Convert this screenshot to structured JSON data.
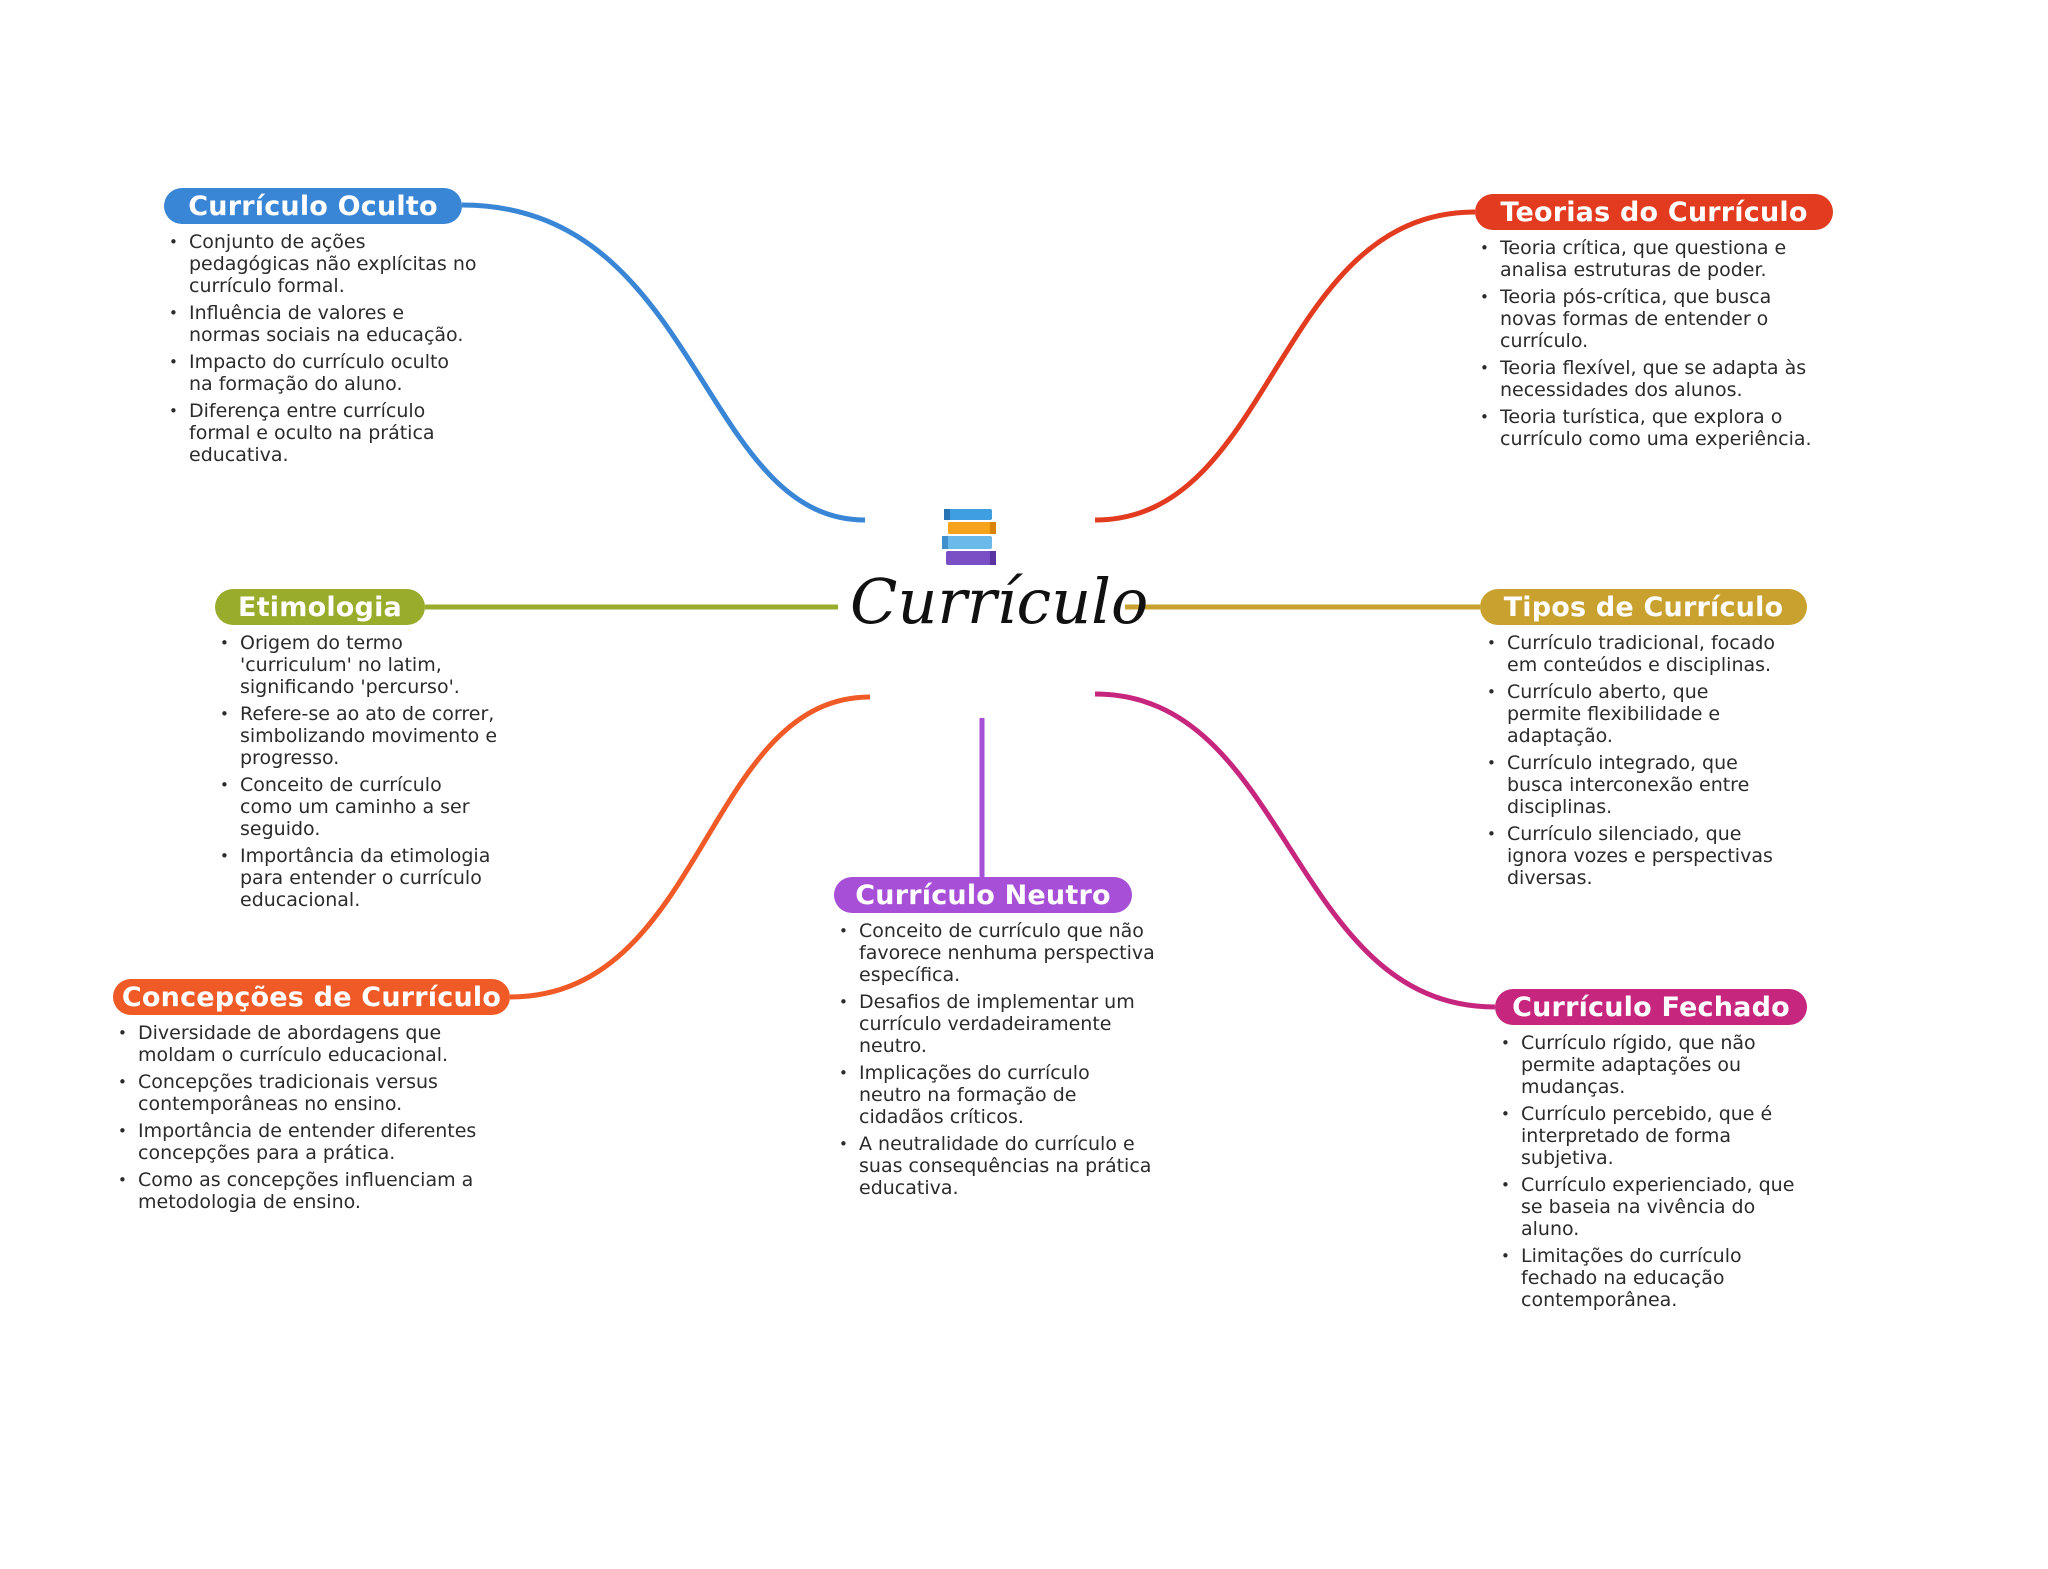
{
  "center": {
    "title": "Currículo",
    "icon": "books-icon"
  },
  "branches": {
    "oculto": {
      "title": "Currículo Oculto",
      "color": "#3a86d6",
      "items": [
        "Conjunto de ações pedagógicas não explícitas no currículo formal.",
        "Influência de valores e normas sociais na educação.",
        "Impacto do currículo oculto na formação do aluno.",
        "Diferença entre currículo formal e oculto na prática educativa."
      ]
    },
    "etimologia": {
      "title": "Etimologia",
      "color": "#9aac2b",
      "items": [
        "Origem do termo 'curriculum' no latim, significando 'percurso'.",
        "Refere-se ao ato de correr, simbolizando movimento e progresso.",
        "Conceito de currículo como um caminho a ser seguido.",
        "Importância da etimologia para entender o currículo educacional."
      ]
    },
    "concepcoes": {
      "title": "Concepções de Currículo",
      "color": "#f05a26",
      "items": [
        "Diversidade de abordagens que moldam o currículo educacional.",
        "Concepções tradicionais versus contemporâneas no ensino.",
        "Importância de entender diferentes concepções para a prática.",
        "Como as concepções influenciam a metodologia de ensino."
      ]
    },
    "neutro": {
      "title": "Currículo Neutro",
      "color": "#a74fd6",
      "items": [
        "Conceito de currículo que não favorece nenhuma perspectiva específica.",
        "Desafios de implementar um currículo verdadeiramente neutro.",
        "Implicações do currículo neutro na formação de cidadãos críticos.",
        "A neutralidade do currículo e suas consequências na prática educativa."
      ]
    },
    "teorias": {
      "title": "Teorias do Currículo",
      "color": "#e23b1f",
      "items": [
        "Teoria crítica, que questiona e analisa estruturas de poder.",
        "Teoria pós-crítica, que busca novas formas de entender o currículo.",
        "Teoria flexível, que se adapta às necessidades dos alunos.",
        "Teoria turística, que explora o currículo como uma experiência."
      ]
    },
    "tipos": {
      "title": "Tipos de Currículo",
      "color": "#c9a12e",
      "items": [
        "Currículo tradicional, focado em conteúdos e disciplinas.",
        "Currículo aberto, que permite flexibilidade e adaptação.",
        "Currículo integrado, que busca interconexão entre disciplinas.",
        "Currículo silenciado, que ignora vozes e perspectivas diversas."
      ]
    },
    "fechado": {
      "title": "Currículo Fechado",
      "color": "#c6267e",
      "items": [
        "Currículo rígido, que não permite adaptações ou mudanças.",
        "Currículo percebido, que é interpretado de forma subjetiva.",
        "Currículo experienciado, que se baseia na vivência do aluno.",
        "Limitações do currículo fechado na educação contemporânea."
      ]
    }
  }
}
